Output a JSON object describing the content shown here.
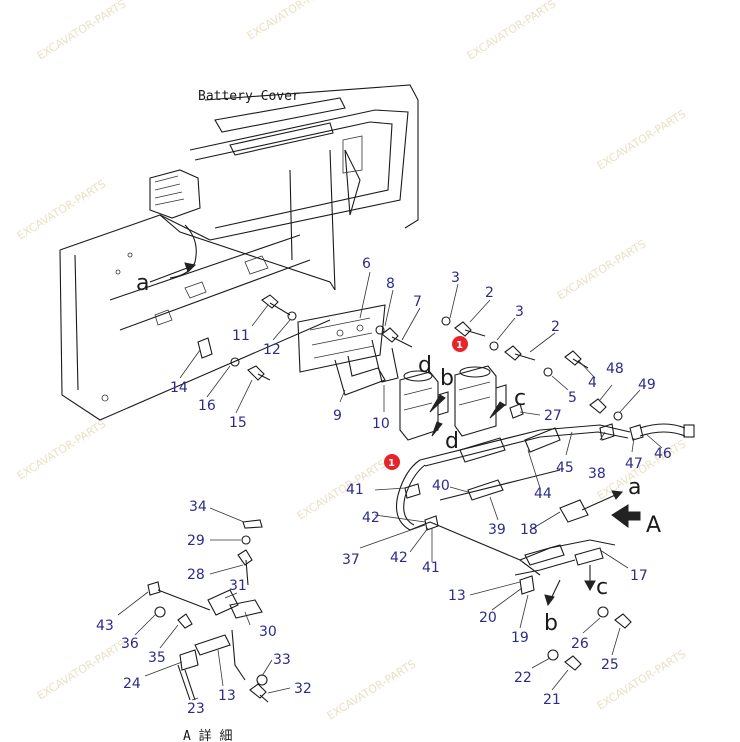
{
  "titles": {
    "battery_cover": "Battery Cover",
    "detail_caption": "A 詳 細"
  },
  "view_letters": [
    "a",
    "a",
    "b",
    "b",
    "c",
    "c",
    "d",
    "d",
    "A"
  ],
  "badges": [
    "1",
    "1"
  ],
  "part_numbers": [
    "1",
    "2",
    "3",
    "4",
    "5",
    "6",
    "7",
    "8",
    "9",
    "10",
    "11",
    "12",
    "13",
    "14",
    "15",
    "16",
    "17",
    "18",
    "19",
    "20",
    "21",
    "22",
    "23",
    "24",
    "25",
    "26",
    "27",
    "28",
    "29",
    "30",
    "31",
    "32",
    "33",
    "34",
    "35",
    "36",
    "37",
    "38",
    "39",
    "40",
    "41",
    "42",
    "43",
    "44",
    "45",
    "46",
    "47",
    "48",
    "49"
  ],
  "callouts": [
    "6",
    "8",
    "7",
    "3",
    "2",
    "3",
    "2",
    "11",
    "12",
    "14",
    "16",
    "15",
    "9",
    "10",
    "4",
    "48",
    "49",
    "5",
    "27",
    "45",
    "38",
    "47",
    "46",
    "41",
    "40",
    "42",
    "44",
    "39",
    "18",
    "17",
    "37",
    "42",
    "41",
    "13",
    "20",
    "19",
    "26",
    "25",
    "22",
    "21",
    "34",
    "29",
    "28",
    "31",
    "30",
    "43",
    "36",
    "35",
    "33",
    "24",
    "13",
    "32",
    "23"
  ],
  "colors": {
    "badge": "#e8232a",
    "labels": "#2b2b8c",
    "lines": "#1b1b1b",
    "watermark": "#e9e1c6"
  }
}
